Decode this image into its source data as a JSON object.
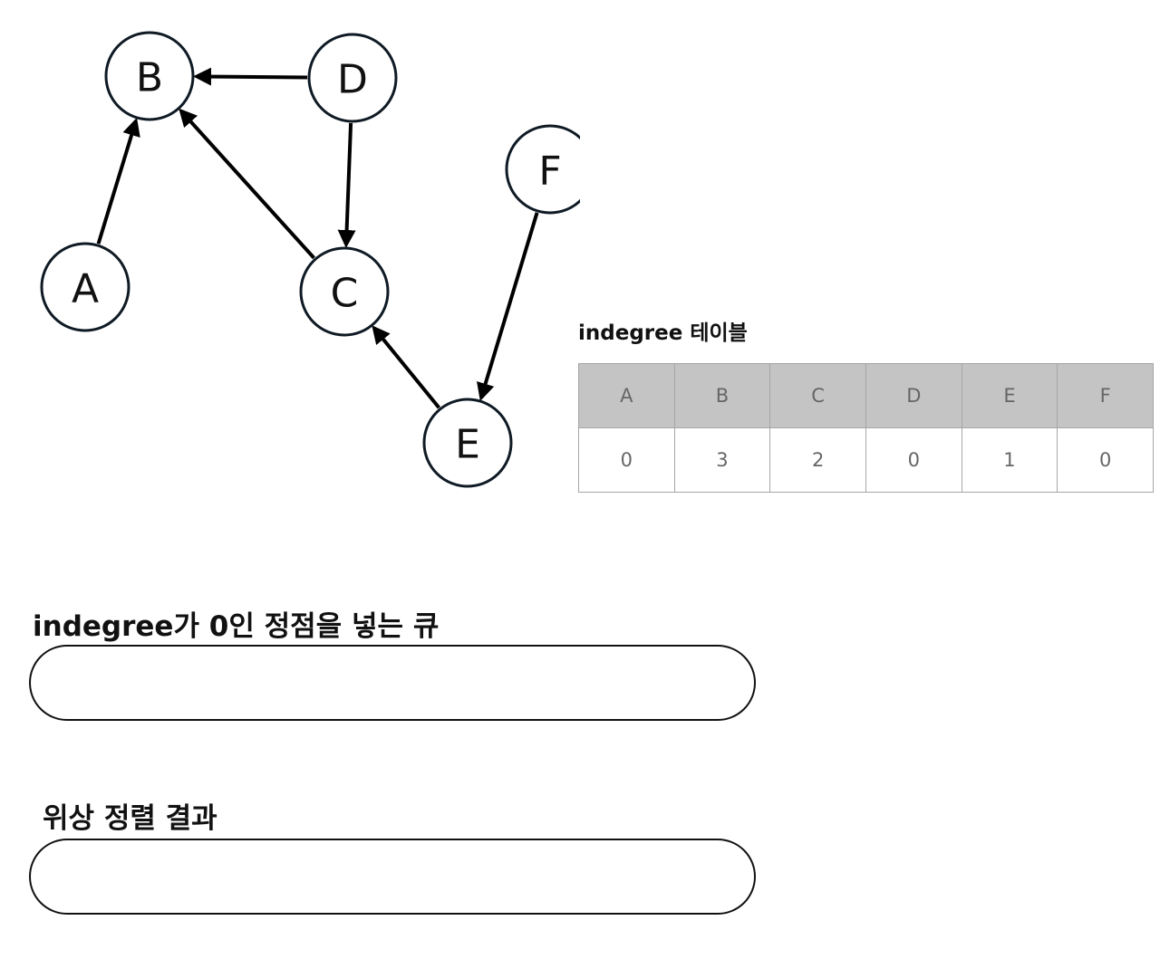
{
  "graph": {
    "nodes": [
      {
        "id": "A",
        "label": "A"
      },
      {
        "id": "B",
        "label": "B"
      },
      {
        "id": "C",
        "label": "C"
      },
      {
        "id": "D",
        "label": "D"
      },
      {
        "id": "E",
        "label": "E"
      },
      {
        "id": "F",
        "label": "F"
      }
    ],
    "edges": [
      {
        "from": "A",
        "to": "B"
      },
      {
        "from": "D",
        "to": "B"
      },
      {
        "from": "C",
        "to": "B"
      },
      {
        "from": "D",
        "to": "C"
      },
      {
        "from": "E",
        "to": "C"
      },
      {
        "from": "F",
        "to": "E"
      }
    ]
  },
  "indegree_table": {
    "title": "indegree 테이블",
    "headers": [
      "A",
      "B",
      "C",
      "D",
      "E",
      "F"
    ],
    "values": [
      "0",
      "3",
      "2",
      "0",
      "1",
      "0"
    ]
  },
  "queue": {
    "title": "indegree가 0인 정점을 넣는 큐"
  },
  "result": {
    "title": "위상 정렬 결과"
  },
  "colors": {
    "node_stroke": "#0f1a24",
    "header_bg": "#c4c4c4",
    "cell_text": "#666666"
  }
}
